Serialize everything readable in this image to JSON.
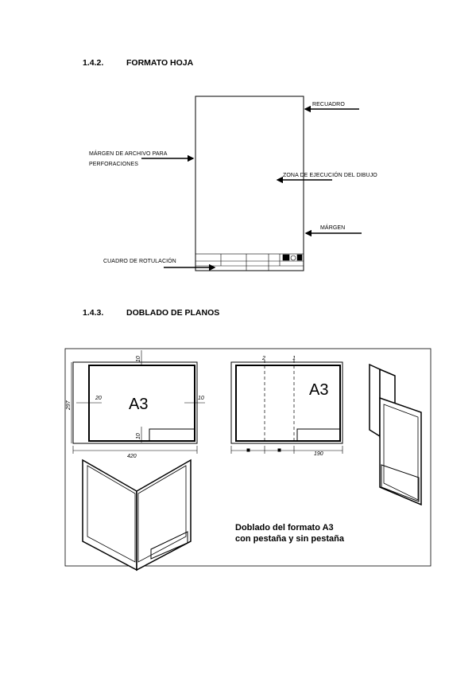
{
  "section_sheet": {
    "number": "1.4.2.",
    "title": "FORMATO HOJA"
  },
  "sheet_labels": {
    "recuadro": "RECUADRO",
    "margen_archivo_line1": "MÁRGEN DE ARCHIVO PARA",
    "margen_archivo_line2": "PERFORACIONES",
    "zona_ejecucion": "ZONA DE EJECUCIÓN DEL DIBUJO",
    "margen": "MÁRGEN",
    "cuadro_rotulacion": "CUADRO DE ROTULACIÓN"
  },
  "section_fold": {
    "number": "1.4.3.",
    "title": "DOBLADO DE PLANOS"
  },
  "fold_figure": {
    "format": "A3",
    "dims": {
      "top": "10",
      "left": "20",
      "right": "10",
      "bottom": "10",
      "height": "297",
      "width": "420",
      "fold1": "2",
      "fold2": "1",
      "seg": "190"
    },
    "caption_line1": "Doblado del formato A3",
    "caption_line2": "con pestaña y sin pestaña"
  }
}
